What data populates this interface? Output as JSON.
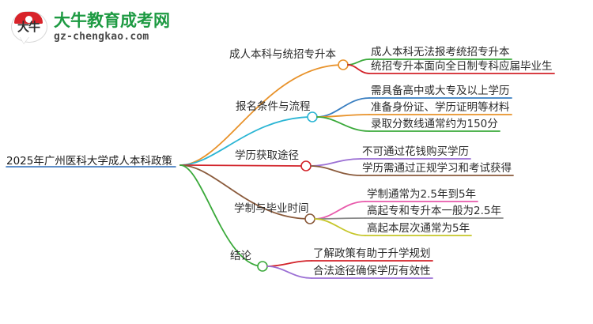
{
  "logo": {
    "mark_text": "大牛",
    "title": "大牛教育成考网",
    "subtitle": "gz-chengkao.com",
    "title_color": "#1d9a42",
    "cap_color": "#d8232a"
  },
  "mindmap": {
    "root": {
      "label": "2025年广州医科大学成人本科政策",
      "color": "#2b6cb9"
    },
    "branches": [
      {
        "label": "成人本科与统招专升本",
        "color": "#e8922a",
        "children": [
          {
            "label": "成人本科无法报考统招专升本",
            "color": "#3aa93a"
          },
          {
            "label": "统招专升本面向全日制专科应届毕业生",
            "color": "#d2232a"
          }
        ]
      },
      {
        "label": "报名条件与流程",
        "color": "#2ab5d4",
        "children": [
          {
            "label": "需具备高中或大专及以上学历",
            "color": "#3a7fc1"
          },
          {
            "label": "准备身份证、学历证明等材料",
            "color": "#e8922a"
          },
          {
            "label": "录取分数线通常约为150分",
            "color": "#3aa93a"
          }
        ]
      },
      {
        "label": "学历获取途径",
        "color": "#d2232a",
        "children": [
          {
            "label": "不可通过花钱购买学历",
            "color": "#9b6fd4"
          },
          {
            "label": "学历需通过正规学习和考试获得",
            "color": "#8a5a3b"
          }
        ]
      },
      {
        "label": "学制与毕业时间",
        "color": "#8a5a3b",
        "children": [
          {
            "label": "学制通常为2.5年到5年",
            "color": "#e85aab"
          },
          {
            "label": "高起专和专升本一般为2.5年",
            "color": "#8a8a8a"
          },
          {
            "label": "高起本层次通常为5年",
            "color": "#c6c62a"
          }
        ]
      },
      {
        "label": "结论",
        "color": "#3aa93a",
        "children": [
          {
            "label": "了解政策有助于升学规划",
            "color": "#d2232a"
          },
          {
            "label": "合法途径确保学历有效性",
            "color": "#9b6fd4"
          }
        ]
      }
    ]
  }
}
